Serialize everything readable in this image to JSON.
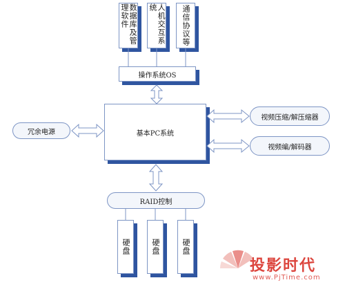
{
  "diagram": {
    "software": [
      {
        "label": "数据库及管理软件"
      },
      {
        "label": "人机交互系统"
      },
      {
        "label": "通信协议等"
      }
    ],
    "os": "操作系统OS",
    "pc": "基本PC系统",
    "power": "冗余电源",
    "video_compress": "视频压缩/解压缩器",
    "video_codec": "视频编/解码器",
    "raid": "RAID控制",
    "disks": [
      "硬盘",
      "硬盘",
      "硬盘"
    ]
  },
  "watermark": {
    "brand": "投影时代",
    "url": "www.PjTime.com"
  },
  "colors": {
    "border": "#7c94c4",
    "shadow": "#2f55a0",
    "arrow_fill": "#ffffff",
    "brand": "#d9322a"
  }
}
